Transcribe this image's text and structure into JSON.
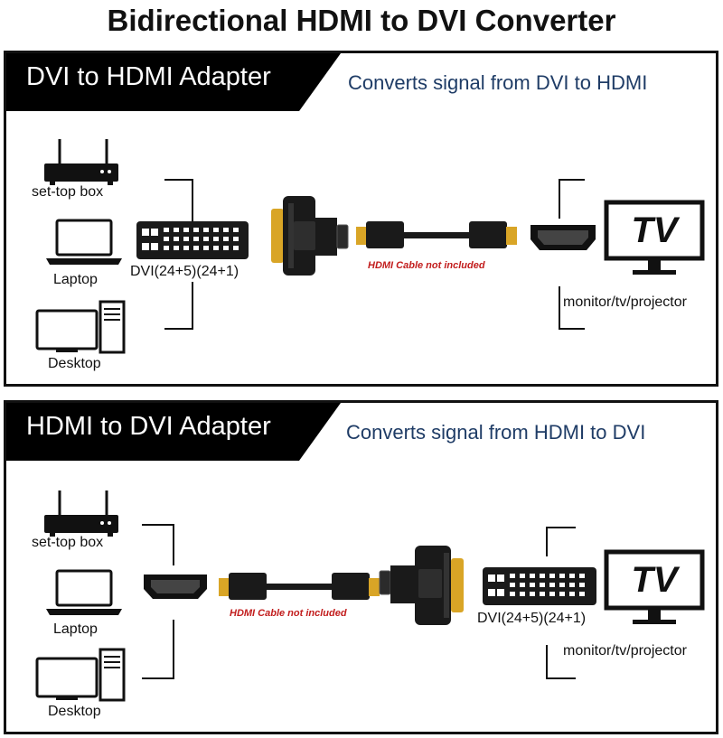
{
  "title": "Bidirectional HDMI to DVI Converter",
  "panels": [
    {
      "header": "DVI to HDMI Adapter",
      "subtitle": "Converts signal from DVI to HDMI",
      "sources": [
        "set-top box",
        "Laptop",
        "Desktop"
      ],
      "input_port_label": "DVI(24+5)(24+1)",
      "cable_note": "HDMI Cable not included",
      "display_icon_text": "TV",
      "display_label": "monitor/tv/projector"
    },
    {
      "header": "HDMI to DVI Adapter",
      "subtitle": "Converts signal from HDMI to DVI",
      "sources": [
        "set-top box",
        "Laptop",
        "Desktop"
      ],
      "output_port_label": "DVI(24+5)(24+1)",
      "cable_note": "HDMI Cable not included",
      "display_icon_text": "TV",
      "display_label": "monitor/tv/projector"
    }
  ],
  "colors": {
    "header_bg": "#000000",
    "subtitle": "#1f3c66",
    "note": "#c21d1d",
    "gold": "#d9a526"
  }
}
